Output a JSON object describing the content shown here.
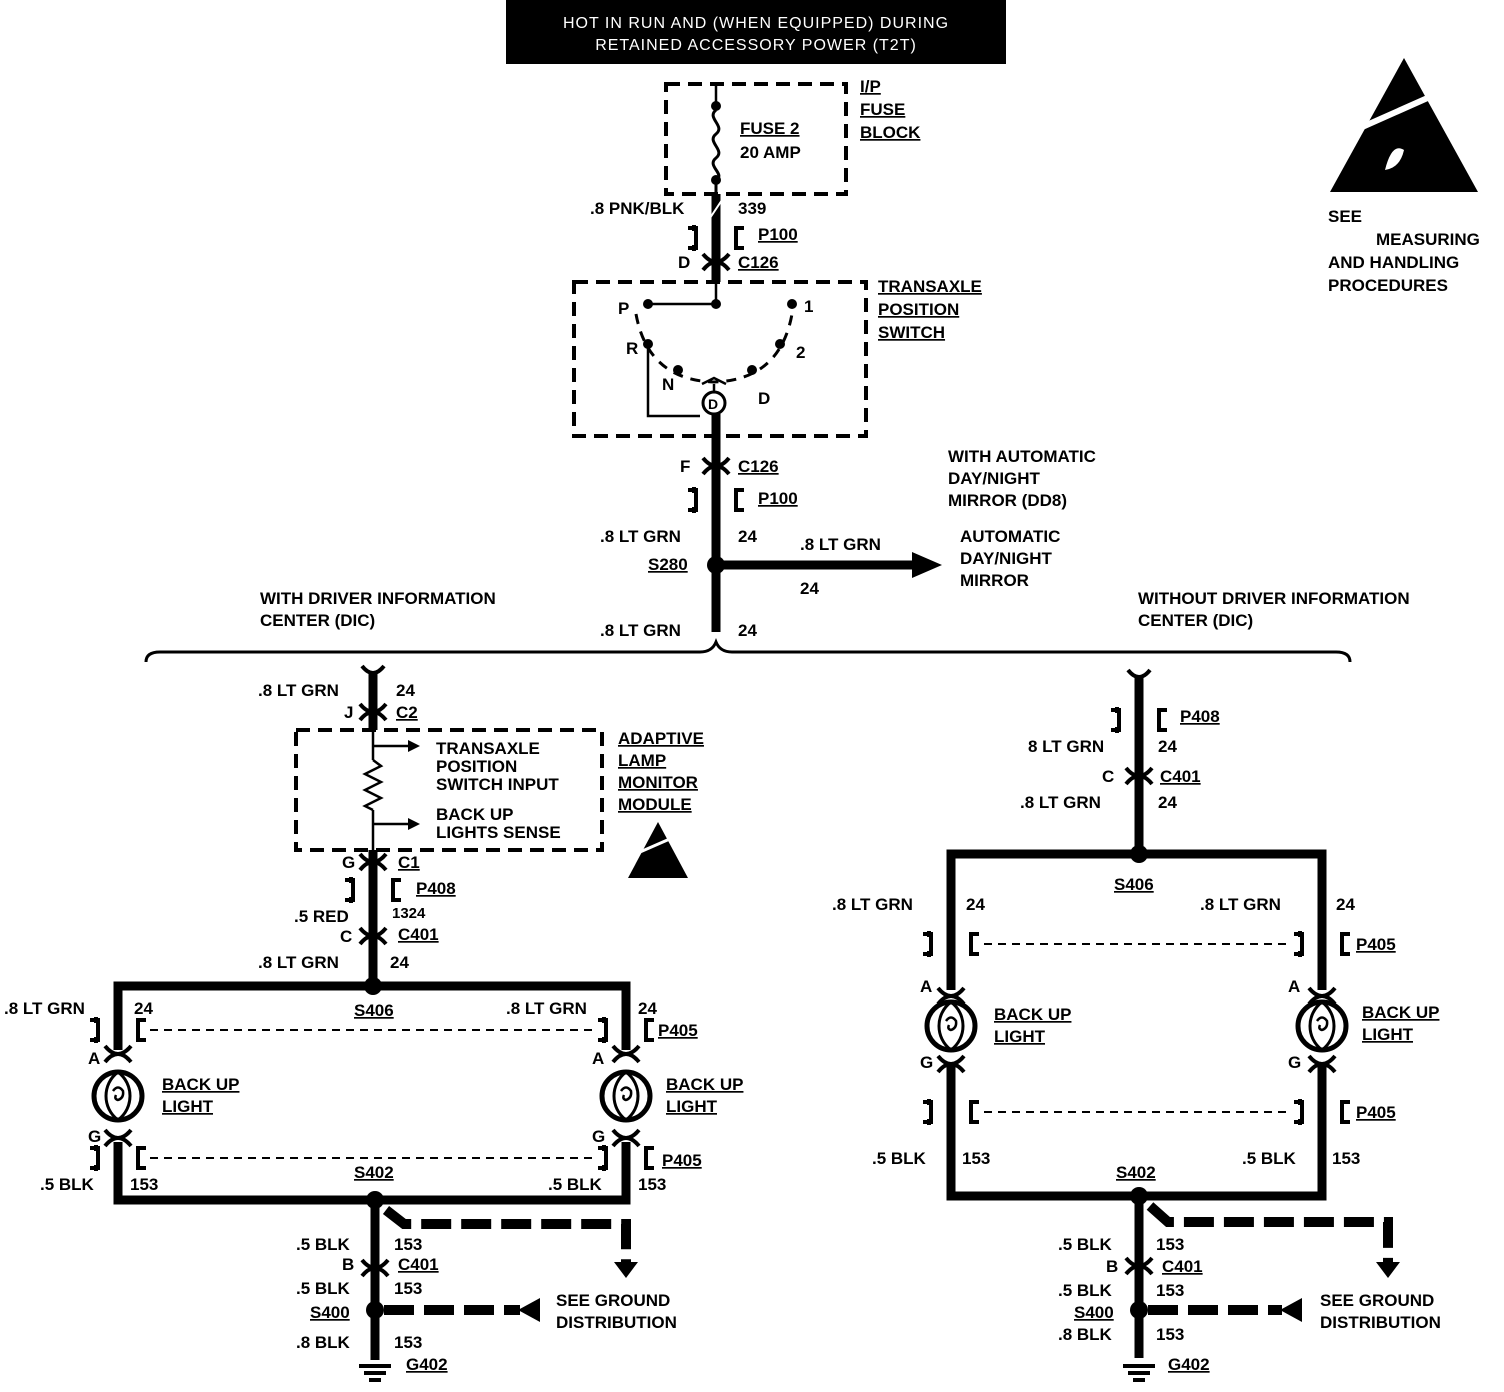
{
  "header": {
    "line1": "HOT IN RUN AND (WHEN EQUIPPED)  DURING",
    "line2": "RETAINED ACCESSORY POWER (T2T)"
  },
  "fuse_block": {
    "label1": "I/P",
    "label2": "FUSE",
    "label3": "BLOCK",
    "fuse_name": "FUSE 2",
    "fuse_rating": "20 AMP"
  },
  "esd_notice": {
    "line1": "SEE",
    "line2": "MEASURING",
    "line3": "AND  HANDLING",
    "line4": "PROCEDURES"
  },
  "feed": {
    "wire": ".8 PNK/BLK",
    "circuit": "339",
    "connector_p100": "P100",
    "pin_d": "D",
    "connector_c126": "C126"
  },
  "transaxle_switch": {
    "label1": "TRANSAXLE",
    "label2": "POSITION",
    "label3": "SWITCH",
    "pos_p": "P",
    "pos_r": "R",
    "pos_n": "N",
    "pos_d_circle": "D",
    "pos_d": "D",
    "pos_2": "2",
    "pos_1": "1"
  },
  "output": {
    "pin_f": "F",
    "connector_c126": "C126",
    "connector_p100": "P100",
    "wire": ".8 LT GRN",
    "circuit": "24",
    "splice": "S280",
    "mirror_wire": ".8 LT GRN",
    "mirror_circuit": "24",
    "mirror_option1": "WITH AUTOMATIC",
    "mirror_option2": "DAY/NIGHT",
    "mirror_option3": "MIRROR (DD8)",
    "mirror_label1": "AUTOMATIC",
    "mirror_label2": "DAY/NIGHT",
    "mirror_label3": "MIRROR",
    "below_wire": ".8 LT GRN",
    "below_circuit": "24"
  },
  "left_variant": {
    "title1": "WITH DRIVER INFORMATION",
    "title2": "CENTER (DIC)",
    "in_wire": ".8 LT GRN",
    "in_circuit": "24",
    "pin_j": "J",
    "connector_c2": "C2",
    "module_input1": "TRANSAXLE",
    "module_input2": "POSITION",
    "module_input3": "SWITCH INPUT",
    "module_sense1": "BACK UP",
    "module_sense2": "LIGHTS SENSE",
    "module_label1": "ADAPTIVE",
    "module_label2": "LAMP",
    "module_label3": "MONITOR",
    "module_label4": "MODULE",
    "pin_g": "G",
    "connector_c1": "C1",
    "connector_p408": "P408",
    "red_wire": ".5 RED",
    "red_circuit": "1324",
    "pin_c": "C",
    "connector_c401": "C401",
    "to_splice_wire": ".8 LT GRN",
    "to_splice_circuit": "24",
    "splice_top": "S406",
    "lamp_left_wire": ".8 LT GRN",
    "lamp_left_circuit": "24",
    "lamp_right_wire": ".8 LT GRN",
    "lamp_right_circuit": "24",
    "connector_p405_top": "P405",
    "pin_a_left": "A",
    "pin_a_right": "A",
    "lamp_left_label1": "BACK UP",
    "lamp_left_label2": "LIGHT",
    "lamp_right_label1": "BACK UP",
    "lamp_right_label2": "LIGHT",
    "pin_g_left": "G",
    "pin_g_right": "G",
    "connector_p405_bottom": "P405",
    "blk_left_wire": ".5 BLK",
    "blk_left_circuit": "153",
    "blk_right_wire": ".5 BLK",
    "blk_right_circuit": "153",
    "splice_bottom": "S402",
    "gnd_wire1": ".5 BLK",
    "gnd_circuit1": "153",
    "pin_b": "B",
    "connector_c401_gnd": "C401",
    "gnd_wire2": ".5 BLK",
    "gnd_circuit2": "153",
    "splice_s400": "S400",
    "gnd_wire3": ".8 BLK",
    "gnd_circuit3": "153",
    "ground": "G402",
    "ground_ref1": "SEE GROUND",
    "ground_ref2": "DISTRIBUTION"
  },
  "right_variant": {
    "title1": "WITHOUT DRIVER INFORMATION",
    "title2": "CENTER (DIC)",
    "connector_p408": "P408",
    "wire1": "8 LT GRN",
    "circuit1": "24",
    "pin_c": "C",
    "connector_c401": "C401",
    "wire2": ".8 LT GRN",
    "circuit2": "24",
    "splice_top": "S406",
    "lamp_left_wire": ".8 LT GRN",
    "lamp_left_circuit": "24",
    "lamp_right_wire": ".8 LT GRN",
    "lamp_right_circuit": "24",
    "connector_p405_top": "P405",
    "pin_a_left": "A",
    "pin_a_right": "A",
    "lamp_left_label1": "BACK UP",
    "lamp_left_label2": "LIGHT",
    "lamp_right_label1": "BACK UP",
    "lamp_right_label2": "LIGHT",
    "pin_g_left": "G",
    "pin_g_right": "G",
    "connector_p405_bottom": "P405",
    "blk_left_wire": ".5 BLK",
    "blk_left_circuit": "153",
    "blk_right_wire": ".5 BLK",
    "blk_right_circuit": "153",
    "splice_bottom": "S402",
    "gnd_wire1": ".5 BLK",
    "gnd_circuit1": "153",
    "pin_b": "B",
    "connector_c401_gnd": "C401",
    "gnd_wire2": ".5 BLK",
    "gnd_circuit2": "153",
    "splice_s400": "S400",
    "gnd_wire3": ".8 BLK",
    "gnd_circuit3": "153",
    "ground": "G402",
    "ground_ref1": "SEE GROUND",
    "ground_ref2": "DISTRIBUTION"
  }
}
